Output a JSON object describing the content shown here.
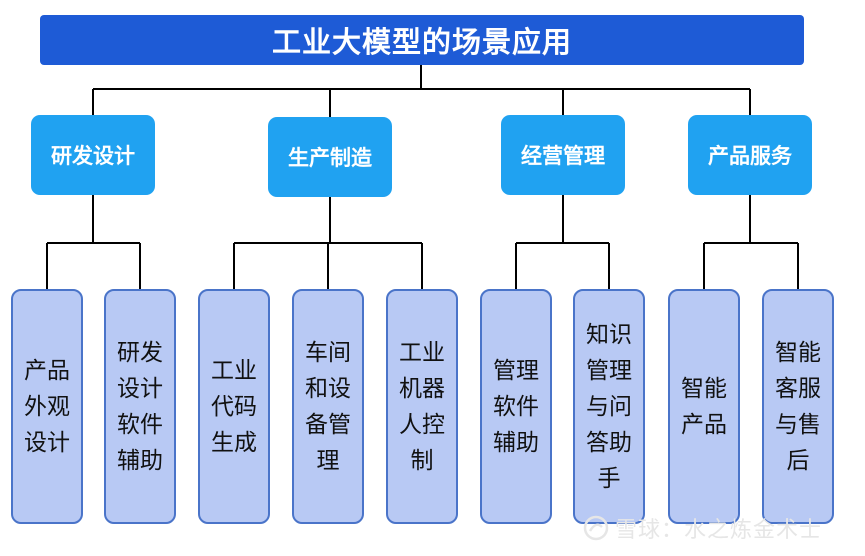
{
  "title": "工业大模型的场景应用",
  "categories": [
    {
      "label": "研发设计",
      "items": [
        "产品外观设计",
        "研发设计软件辅助"
      ]
    },
    {
      "label": "生产制造",
      "items": [
        "工业代码生成",
        "车间和设备管理",
        "工业机器人控制"
      ]
    },
    {
      "label": "经营管理",
      "items": [
        "管理软件辅助",
        "知识管理与问答助手"
      ]
    },
    {
      "label": "产品服务",
      "items": [
        "智能产品",
        "智能客服与售后"
      ]
    }
  ],
  "watermark": "雪球：水之炼金术士",
  "colors": {
    "title_bg": "#1e5bd6",
    "category_bg": "#20a2f1",
    "leaf_bg": "#b8c9f4",
    "leaf_border": "#4a74c9",
    "connector": "#000000"
  }
}
